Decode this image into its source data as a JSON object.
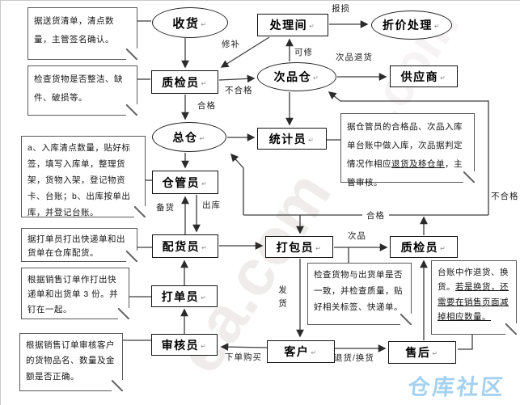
{
  "nodes": {
    "shouhuo": {
      "label": "收货"
    },
    "chulijian": {
      "label": "处理间"
    },
    "zhejia_chuli": {
      "label": "折价处理"
    },
    "zhijian_top": {
      "label": "质检员"
    },
    "cipincang": {
      "label": "次品仓"
    },
    "gongyingshang": {
      "label": "供应商"
    },
    "zongcang": {
      "label": "总仓"
    },
    "tongjiyuan": {
      "label": "统计员"
    },
    "cangguanyuan": {
      "label": "仓管员"
    },
    "peihuoyuan": {
      "label": "配货员"
    },
    "dabaoyuan": {
      "label": "打包员"
    },
    "zhijian_bottom": {
      "label": "质检员"
    },
    "dadanyuan": {
      "label": "打单员"
    },
    "shenheyuan": {
      "label": "审核员"
    },
    "kehu": {
      "label": "客户"
    },
    "shouhou": {
      "label": "售后"
    }
  },
  "notes": {
    "receiving": "据送货清单，清点数量，主管签名确认。",
    "qc_check": "检查货物是否整洁、缺件、破损等。",
    "warehouse_keeper": "a、入库清点数量，贴好标签，填写入库单，整理货架，货物入架，登记物资卡、台账；b、出库按单出库，并登记台账。",
    "picking": "据打单员打出快递单和出货单在仓库配货。",
    "order_printing": "根据销售订单作打出快递单和出货单 3 份。并钉在一起。",
    "auditing": "根据销售订单审核客户的货物品名、数量及金额是否正确。",
    "statistician": {
      "pre": "据仓管员的合格品、次品入库单台账中做入库，次品据判定情况作相应",
      "underlined": "退货及移仓单",
      "post": "，主管审核。"
    },
    "packing": "检查货物与出货单是否一致，并检查质量，贴好相关标签、快递单。",
    "aftersales": {
      "pre": "台账中作退货、换货。",
      "underlined": "若是换货，还需要在销售页面减掉相应数量。",
      "post": ""
    }
  },
  "edge_labels": {
    "baosun": "报损",
    "xiubu": "修补",
    "kexiu": "可修",
    "cipin_tuihuo": "次品退货",
    "buhege_top": "不合格",
    "hege_top": "合格",
    "beihuo": "备货",
    "chuku": "出库",
    "hege_mid": "合格",
    "buhege_mid": "不合格",
    "cipin": "次品",
    "fahuo": "发货",
    "xiadan_goumai": "下单购买",
    "tuihuo_huanhuo": "退货/换货"
  },
  "watermark": {
    "site_text": "仓库社区",
    "site_color": "#a4d1ef",
    "diagonal_fragment": "ea.com"
  },
  "colors": {
    "line": "#3c3c3c",
    "box_border": "#141414",
    "note_border": "#5a5a5a",
    "background": "#ffffff"
  }
}
